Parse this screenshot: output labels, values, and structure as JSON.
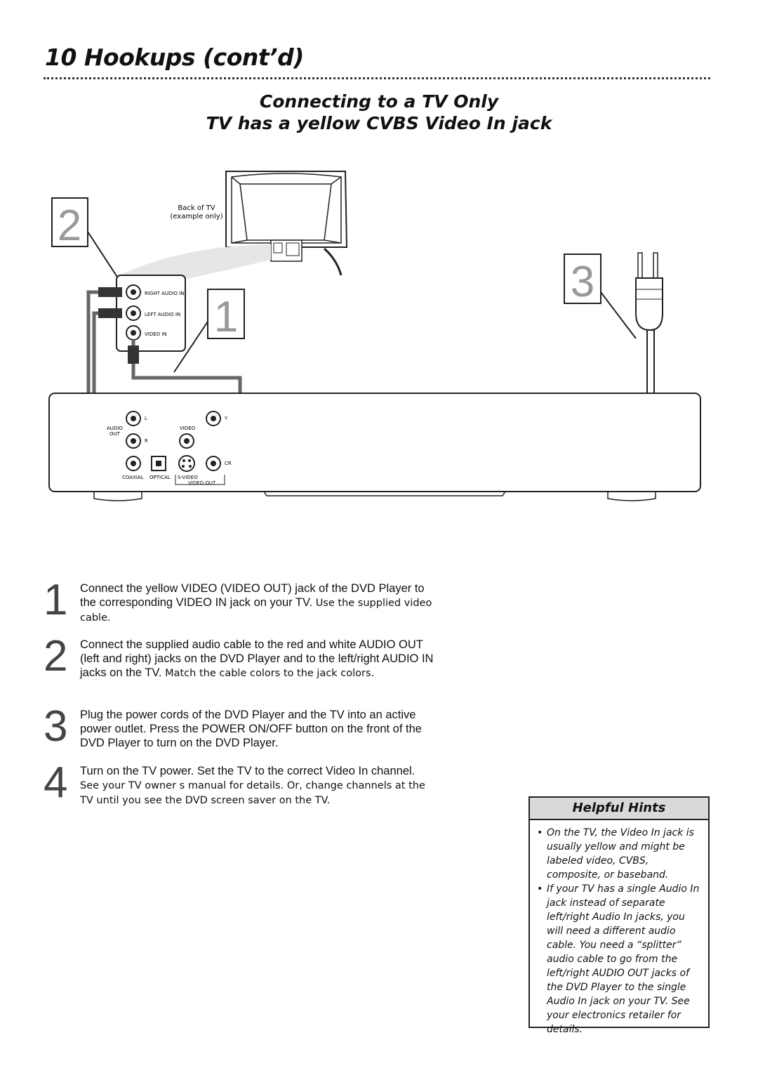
{
  "header": {
    "title": "10  Hookups (cont’d)"
  },
  "section": {
    "title_line1": "Connecting to a TV Only",
    "title_line2": "TV has a yellow CVBS Video In jack"
  },
  "diagram": {
    "tv_label_line1": "Back of TV",
    "tv_label_line2": "(example only)",
    "callout_1": "1",
    "callout_2": "2",
    "callout_3": "3",
    "tv_jacks": [
      "RIGHT AUDIO IN",
      "LEFT AUDIO IN",
      "VIDEO IN"
    ],
    "player_labels": {
      "l": "L",
      "r": "R",
      "audio": "AUDIO",
      "out": "OUT",
      "video": "VIDEO",
      "y": "Y",
      "cr": "CR",
      "coaxial": "COAXIAL",
      "optical": "OPTICAL",
      "svideo": "S-VIDEO",
      "video_out": "VIDEO OUT",
      "ac": "~"
    }
  },
  "steps": [
    {
      "num": "1",
      "text": "Connect the yellow VIDEO (VIDEO OUT) jack of the DVD Player to the corresponding VIDEO IN jack on your TV.",
      "tail": "Use the supplied video cable."
    },
    {
      "num": "2",
      "text": "Connect the supplied audio cable to the red and white AUDIO OUT (left and right) jacks on the DVD Player and to the left/right AUDIO IN jacks on the TV.",
      "tail": "Match the cable colors to the jack colors."
    },
    {
      "num": "3",
      "text": "Plug the power cords of the DVD Player and the TV into an active power outlet. Press the POWER ON/OFF button on the front of the DVD Player to turn on the DVD Player.",
      "tail": ""
    },
    {
      "num": "4",
      "text": "Turn on the TV power. Set the TV to the correct Video In channel.",
      "tail": "See your TV owner s manual for details. Or, change channels at the TV until you see the DVD screen saver on the TV."
    }
  ],
  "hints": {
    "title": "Helpful Hints",
    "items": [
      "On the TV, the Video In jack is usually yellow and might be labeled video, CVBS, composite, or baseband.",
      "If your TV has a single Audio In jack instead of separate left/right Audio In jacks, you will need a different audio cable. You need a “splitter” audio cable to go from the left/right AUDIO OUT jacks of the DVD Player to the single Audio In jack on your TV. See your electronics retailer for details."
    ]
  }
}
